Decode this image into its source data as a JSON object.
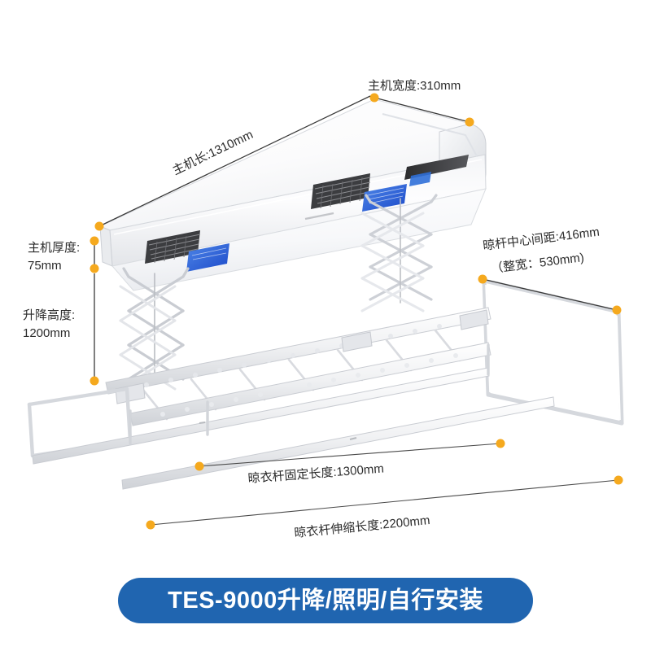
{
  "page": {
    "background_color": "#ffffff",
    "accent_dot_color": "#f5a91e",
    "leader_line_color": "#3a3a3a",
    "text_color": "#2b2b2b"
  },
  "product": {
    "type": "ceiling-mounted electric clothes drying rack",
    "body_color": "#ffffff",
    "panel_color": "#2f6fd8",
    "vent_color": "#3a3a3a"
  },
  "annotations": {
    "host_width": {
      "label": "主机宽度:310mm",
      "value": 310,
      "unit": "mm"
    },
    "host_length": {
      "label": "主机长:1310mm",
      "value": 1310,
      "unit": "mm"
    },
    "host_thickness": {
      "line1": "主机厚度:",
      "line2": "75mm",
      "value": 75,
      "unit": "mm"
    },
    "lift_height": {
      "line1": "升降高度:",
      "line2": "1200mm",
      "value": 1200,
      "unit": "mm"
    },
    "rod_center_distance": {
      "line1": "晾杆中心间距:416mm",
      "line2": "（整宽：530mm)",
      "center_value": 416,
      "full_width_value": 530,
      "unit": "mm"
    },
    "rod_fixed_length": {
      "label": "晾衣杆固定长度:1300mm",
      "value": 1300,
      "unit": "mm"
    },
    "rod_extended_length": {
      "label": "晾衣杆伸缩长度:2200mm",
      "value": 2200,
      "unit": "mm"
    }
  },
  "badge": {
    "label": "TES-9000升降/照明/自行安装",
    "background_color": "#2065b0",
    "text_color": "#ffffff"
  }
}
